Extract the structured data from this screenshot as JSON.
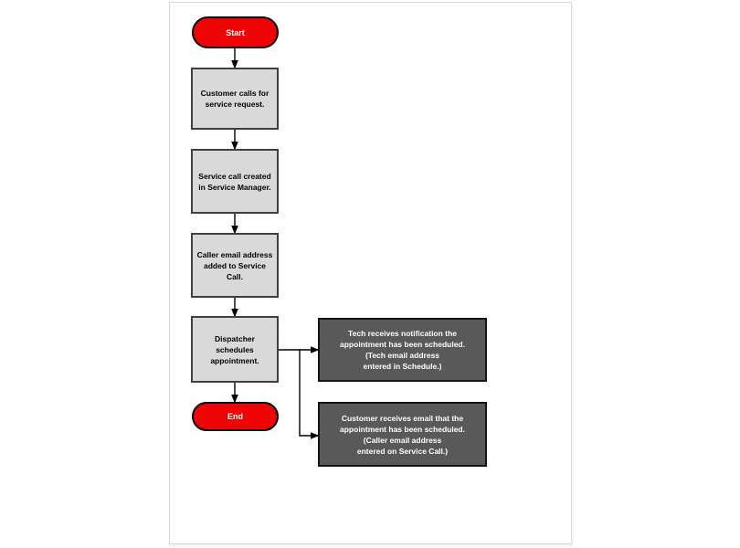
{
  "flowchart": {
    "start": {
      "label": "Start"
    },
    "steps": [
      {
        "label": "Customer calls for\nservice request."
      },
      {
        "label": "Service call created\nin Service Manager."
      },
      {
        "label": "Caller email address\nadded to Service\nCall."
      },
      {
        "label": "Dispatcher\nschedules\nappointment."
      }
    ],
    "end": {
      "label": "End"
    },
    "notifications": [
      {
        "label": "Tech receives notification the\nappointment has been scheduled.\n(Tech email address\nentered in Schedule.)"
      },
      {
        "label": "Customer receives email that the\nappointment has been scheduled.\n(Caller email address\nentered on Service Call.)"
      }
    ],
    "colors": {
      "terminator_fill": "#ee0404",
      "terminator_text": "#ffffff",
      "process_fill": "#d9d9d9",
      "process_border": "#404040",
      "process_text": "#000000",
      "note_fill": "#595959",
      "note_border": "#141414",
      "note_text": "#ffffff",
      "connector": "#000000",
      "page_border": "#d8d8d8"
    }
  }
}
